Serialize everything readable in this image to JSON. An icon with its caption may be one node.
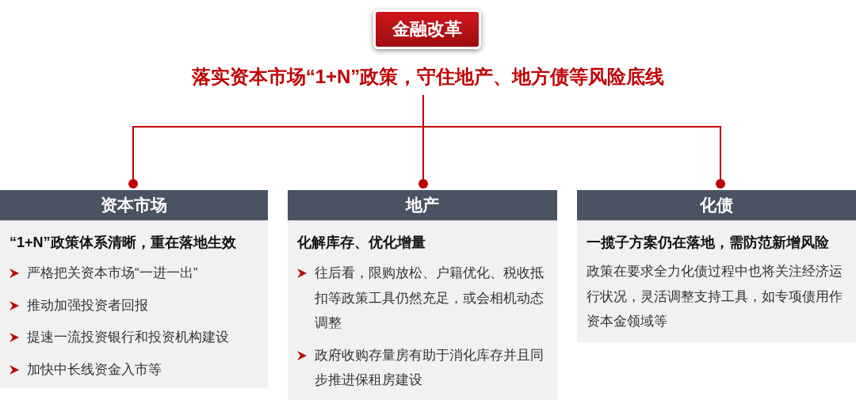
{
  "diagram": {
    "nodes": [
      {
        "text": [
          "金融改革"
        ]
      },
      {
        "text": [
          "落实资本市场“1+N”政策，守住地产、地方债等风险底线"
        ]
      },
      {
        "text": [
          "资本市场",
          "“1+N”政策体系清晰，重在落地生效",
          "严格把关资本市场“一进一出”",
          "推动加强投资者回报",
          "提速一流投资银行和投资机构建设",
          "加快中长线资金入市等"
        ]
      },
      {
        "text": [
          "地产",
          "化解库存、优化增量",
          "往后看，限购放松、户籍优化、税收抵扣等政策工具仍然充足，或会相机动态调整",
          "政府收购存量房有助于消化库存并且同步推进保租房建设"
        ]
      },
      {
        "text": [
          "化债",
          "一揽子方案仍在落地，需防范新增风险",
          "政策在要求全力化债过程中也将关注经济运行状况，灵活调整支持工具，如专项债用作资本金领域等"
        ]
      }
    ],
    "edges": [
      {
        "from": 1,
        "to": 2,
        "arrow": "other"
      },
      {
        "from": 1,
        "to": 3,
        "arrow": "other"
      },
      {
        "from": 1,
        "to": 4,
        "arrow": "other"
      }
    ]
  }
}
